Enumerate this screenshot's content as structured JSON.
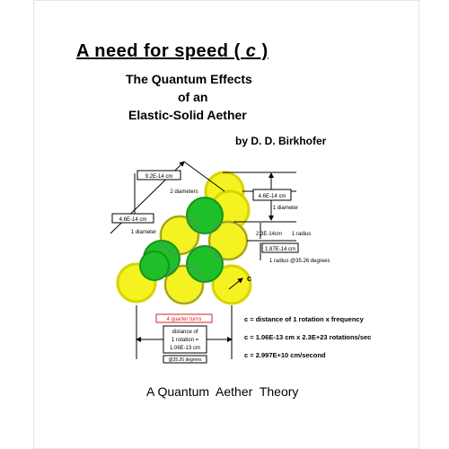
{
  "cover": {
    "title_main": "A need for speed ( ",
    "title_c": "c",
    "title_end": " )",
    "subtitle_line1": "The Quantum Effects",
    "subtitle_line2": "of an",
    "subtitle_line3": "Elastic-Solid Aether",
    "author": "by D. D. Birkhofer",
    "footer": "A Quantum  Aether  Theory"
  },
  "diagram": {
    "labels": {
      "dist_top": "9.2E-14 cm",
      "dist_top_note": "2 diameters",
      "dist_left": "4.6E-14 cm",
      "dist_left_note": "1 diameter",
      "dist_right": "4.6E-14 cm",
      "dist_right_note": "1 diameter",
      "radius_val": "2.3E-14cm",
      "radius_note": "1 radius",
      "proj_val": "1.87E-14 cm",
      "proj_note": "1 radius @35.26 degrees",
      "c_label": "c",
      "quarter_turns": "4 quarter turns",
      "rot_line1": "distance of",
      "rot_line2": "1 rotation =",
      "rot_line3": "1.06E-13 cm",
      "rot_angle": "@35.26 degrees"
    },
    "equations": [
      "c = distance of 1 rotation  x  frequency",
      "c = 1.06E-13 cm x 2.3E+23 rotations/sec",
      "c = 2.997E+10 cm/second"
    ],
    "colors": {
      "yellow": "#f5f221",
      "yellow_ring": "#d8d400",
      "green": "#1fbf2a",
      "green_ring": "#12961a",
      "red_label": "#d62020"
    }
  }
}
